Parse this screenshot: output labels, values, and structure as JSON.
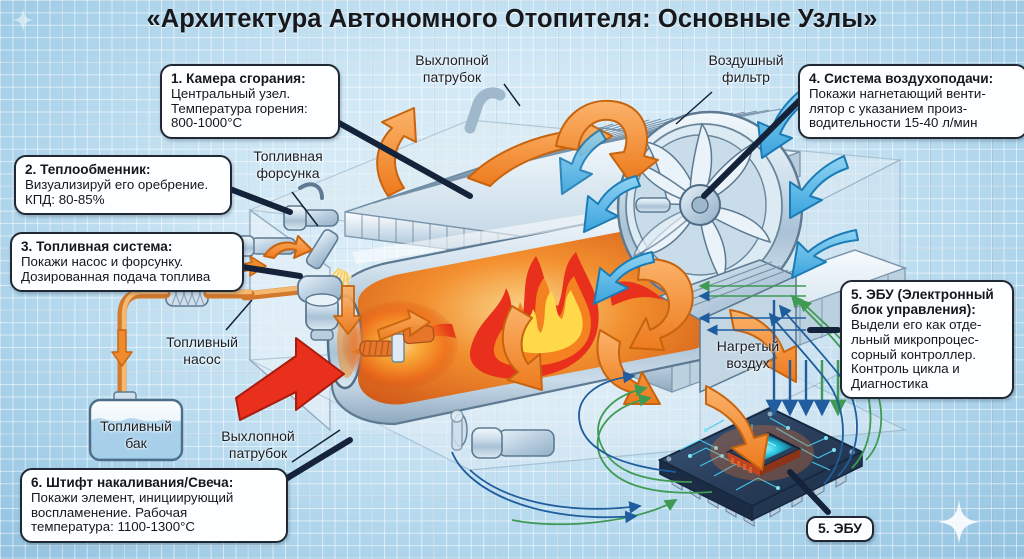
{
  "title": "«Архитектура Автономного Отопителя: Основные Узлы»",
  "colors": {
    "background": "#b4d8ec",
    "grid_line": "#6e96b4",
    "box_border": "#1f2833",
    "box_fill": "#fdfeff",
    "hot_arrow": "#f08030",
    "cold_arrow": "#4aaee0",
    "flame_red": "#e8301c",
    "flame_orange": "#f58220",
    "fuel_line": "#f0a050",
    "metal": "#c9d8e4",
    "ecu_board": "#2a3f5c",
    "ecu_chip": "#2fd8e8",
    "signal_green": "#3f9a54",
    "signal_blue": "#1f5d9e"
  },
  "callouts": [
    {
      "id": "combustion-chamber",
      "heading": "1. Камера сгорания:",
      "lines": [
        "Центральный узел.",
        "Температура горения:",
        "800-1000°C"
      ]
    },
    {
      "id": "heat-exchanger",
      "heading": "2. Теплообменник:",
      "lines": [
        "Визуализируй его оребрение.",
        "КПД: 80-85%"
      ]
    },
    {
      "id": "fuel-system",
      "heading": "3. Топливная система:",
      "lines": [
        "Покажи насос и форсунку.",
        "Дозированная подача топлива"
      ]
    },
    {
      "id": "air-supply-system",
      "heading": "4. Система воздухоподачи:",
      "lines": [
        "Покажи нагнетающий венти-",
        "лятор с указанием произ-",
        "водительности 15-40 л/мин"
      ]
    },
    {
      "id": "ecu",
      "heading": "5. ЭБУ (Электронный\nблок управления):",
      "lines": [
        "Выдели его как отде-",
        "льный микропроцес-",
        "сорный контроллер.",
        "Контроль цикла и",
        "Диагностика"
      ]
    },
    {
      "id": "glow-plug",
      "heading": "6. Штифт накаливания/Свеча:",
      "lines": [
        "Покажи элемент, инициирующий",
        "воспламенение. Рабочая",
        "температура: 1100-1300°C"
      ]
    }
  ],
  "ecu_tag": {
    "label": "5. ЭБУ"
  },
  "labels": [
    {
      "id": "exhaust-pipe-top",
      "lines": [
        "Выхлопной",
        "патрубок"
      ]
    },
    {
      "id": "air-filter",
      "lines": [
        "Воздушный",
        "фильтр"
      ]
    },
    {
      "id": "fuel-injector",
      "lines": [
        "Топливная",
        "форсунка"
      ]
    },
    {
      "id": "fuel-pump",
      "lines": [
        "Топливный",
        "насос"
      ]
    },
    {
      "id": "fuel-tank",
      "lines": [
        "Топливный",
        "бак"
      ]
    },
    {
      "id": "exhaust-pipe-bottom",
      "lines": [
        "Выхлопной",
        "патрубок"
      ]
    },
    {
      "id": "heated-air",
      "lines": [
        "Нагретый",
        "воздух"
      ]
    }
  ]
}
